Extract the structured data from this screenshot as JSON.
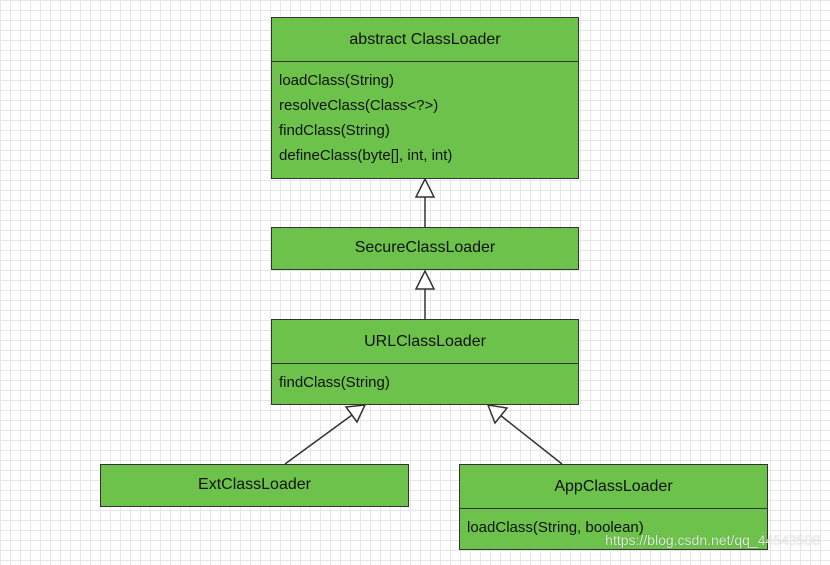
{
  "classes": {
    "class_loader": {
      "name": "abstract ClassLoader",
      "methods": [
        "loadClass(String)",
        "resolveClass(Class<?>)",
        "findClass(String)",
        "defineClass(byte[], int, int)"
      ]
    },
    "secure_class_loader": {
      "name": "SecureClassLoader"
    },
    "url_class_loader": {
      "name": "URLClassLoader",
      "methods": [
        "findClass(String)"
      ]
    },
    "ext_class_loader": {
      "name": "ExtClassLoader"
    },
    "app_class_loader": {
      "name": "AppClassLoader",
      "methods": [
        "loadClass(String, boolean)"
      ]
    }
  },
  "relations": [
    {
      "type": "inheritance",
      "from": "SecureClassLoader",
      "to": "abstract ClassLoader"
    },
    {
      "type": "inheritance",
      "from": "URLClassLoader",
      "to": "SecureClassLoader"
    },
    {
      "type": "inheritance",
      "from": "ExtClassLoader",
      "to": "URLClassLoader"
    },
    {
      "type": "inheritance",
      "from": "AppClassLoader",
      "to": "URLClassLoader"
    }
  ],
  "colors": {
    "class_fill": "#6cc24a",
    "border": "#333333"
  },
  "watermark": "https://blog.csdn.net/qq_44543508"
}
